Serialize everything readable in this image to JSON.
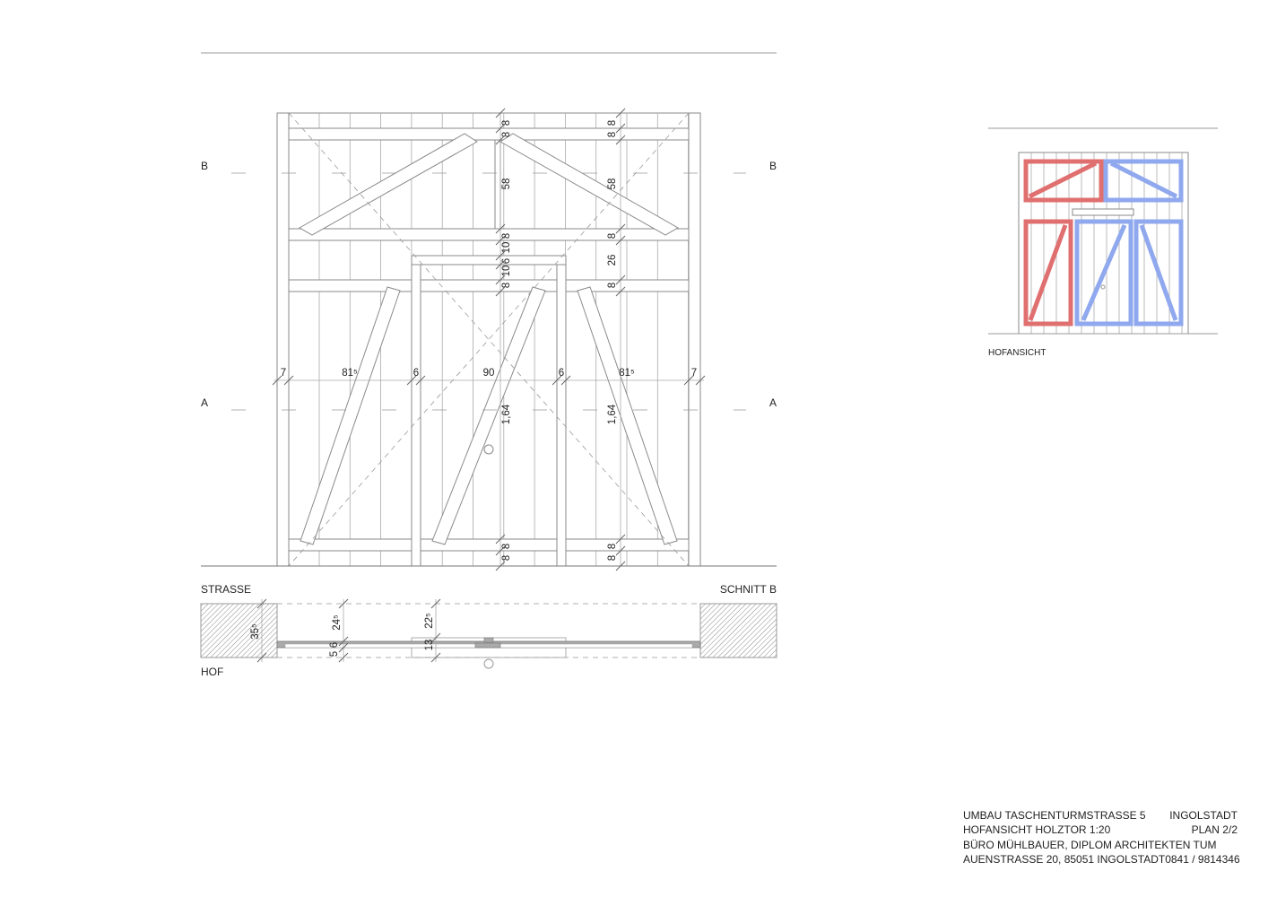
{
  "labels": {
    "section_b": "B",
    "section_a": "A",
    "strasse": "STRASSE",
    "schnitt_b": "SCHNITT B",
    "hof": "HOF",
    "hofansicht": "HOFANSICHT"
  },
  "dimensions": {
    "horizontal": [
      "7",
      "81⁵",
      "6",
      "90",
      "6",
      "81⁵",
      "7"
    ],
    "vertical_center": [
      "8",
      "8",
      "58",
      "8",
      "10",
      "6",
      "10",
      "8",
      "1,64",
      "8",
      "8"
    ],
    "vertical_right": [
      "8",
      "8",
      "58",
      "8",
      "26",
      "8",
      "1,64",
      "8",
      "8"
    ],
    "section": [
      "35⁵",
      "24⁵",
      "6",
      "5",
      "22⁵",
      "13"
    ]
  },
  "colors": {
    "left_leaf": "#e07070",
    "right_leaf": "#8fa8ee"
  },
  "title_block": {
    "project": "UMBAU TASCHENTURMSTRASSE 5",
    "city": "INGOLSTADT",
    "drawing": "HOFANSICHT HOLZTOR 1:20",
    "plan": "PLAN 2/2",
    "office": "BÜRO MÜHLBAUER, DIPLOM ARCHITEKTEN TUM",
    "address": "AUENSTRASSE 20, 85051 INGOLSTADT",
    "phone": "0841 / 9814346"
  }
}
